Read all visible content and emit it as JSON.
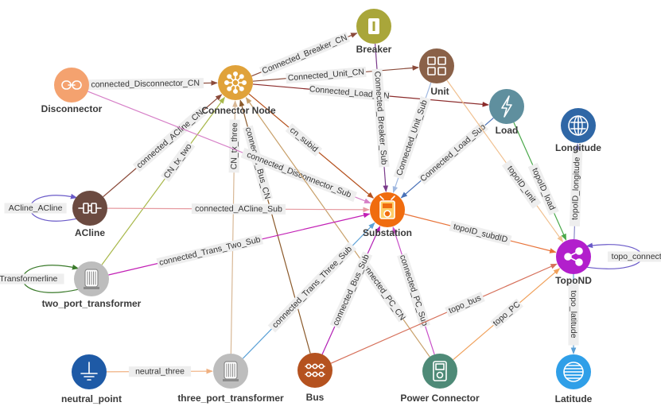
{
  "nodes": [
    {
      "id": "breaker",
      "label": "Breaker",
      "icon": "breaker-icon",
      "color": "#a9a63a"
    },
    {
      "id": "connector_node",
      "label": "Connector Node",
      "icon": "network-hub-icon",
      "color": "#e0a23a"
    },
    {
      "id": "unit",
      "label": "Unit",
      "icon": "unit-grid-icon",
      "color": "#8a6148"
    },
    {
      "id": "disconnector",
      "label": "Disconnector",
      "icon": "link-icon",
      "color": "#f4a26f"
    },
    {
      "id": "load",
      "label": "Load",
      "icon": "lightning-icon",
      "color": "#5f8f9e"
    },
    {
      "id": "longitude",
      "label": "Longitude",
      "icon": "globe-icon",
      "color": "#2f67a6"
    },
    {
      "id": "acline",
      "label": "ACline",
      "icon": "plug-icon",
      "color": "#6b4a40"
    },
    {
      "id": "substation",
      "label": "Substation",
      "icon": "multimeter-icon",
      "color": "#f06c0f"
    },
    {
      "id": "topond",
      "label": "TopoND",
      "icon": "share-nodes-icon",
      "color": "#b21fcc"
    },
    {
      "id": "two_port",
      "label": "two_port_transformer",
      "icon": "transformer-icon",
      "color": "#bdbdbd"
    },
    {
      "id": "neutral_point",
      "label": "neutral_point",
      "icon": "ground-icon",
      "color": "#1e5aa6"
    },
    {
      "id": "three_port",
      "label": "three_port_transformer",
      "icon": "transformer-icon",
      "color": "#bdbdbd"
    },
    {
      "id": "bus",
      "label": "Bus",
      "icon": "bus-bar-icon",
      "color": "#b5521f"
    },
    {
      "id": "power_connector",
      "label": "Power Connector",
      "icon": "meter-icon",
      "color": "#4e8a77"
    },
    {
      "id": "latitude",
      "label": "Latitude",
      "icon": "globe-lines-icon",
      "color": "#2f9fe8"
    }
  ],
  "edges": [
    {
      "from": "connector_node",
      "to": "breaker",
      "label": "Connected_Breaker_CN",
      "color": "#8b4b3b"
    },
    {
      "from": "disconnector",
      "to": "connector_node",
      "label": "connected_Disconnector_CN",
      "color": "#8b4b3b"
    },
    {
      "from": "connector_node",
      "to": "unit",
      "label": "Connected_Unit_CN",
      "color": "#8b4b3b"
    },
    {
      "from": "connector_node",
      "to": "load",
      "label": "Connected_Load_CN",
      "color": "#8b2b2b"
    },
    {
      "from": "acline",
      "to": "connector_node",
      "label": "connected_ACline_CN",
      "color": "#8b4b3b"
    },
    {
      "from": "two_port",
      "to": "connector_node",
      "label": "CN_tx_two",
      "color": "#a8b84a"
    },
    {
      "from": "three_port",
      "to": "connector_node",
      "label": "CN_tx_three",
      "color": "#d8b896"
    },
    {
      "from": "bus",
      "to": "connector_node",
      "label": "connected_Bus_CN",
      "color": "#8b5a2b"
    },
    {
      "from": "connector_node",
      "to": "substation",
      "label": "cn_subid",
      "color": "#b5521f"
    },
    {
      "from": "disconnector",
      "to": "substation",
      "label": "connected_Disconnector_Sub",
      "color": "#d67fc7"
    },
    {
      "from": "power_connector",
      "to": "connector_node",
      "label": "connected_PC_CN",
      "color": "#c8a06a"
    },
    {
      "from": "breaker",
      "to": "substation",
      "label": "Connected_Breaker_Sub",
      "color": "#7a3a8a"
    },
    {
      "from": "unit",
      "to": "substation",
      "label": "Connected_Unit_Sub",
      "color": "#a0b8e0"
    },
    {
      "from": "load",
      "to": "substation",
      "label": "Connected_Load_Sub",
      "color": "#4a72b8"
    },
    {
      "from": "acline",
      "to": "substation",
      "label": "connected_ACline_Sub",
      "color": "#e69aa0"
    },
    {
      "from": "two_port",
      "to": "substation",
      "label": "connected_Trans_Two_Sub",
      "color": "#c21fb5"
    },
    {
      "from": "three_port",
      "to": "substation",
      "label": "connected_Trans_Three_Sub",
      "color": "#5aa0d6"
    },
    {
      "from": "bus",
      "to": "substation",
      "label": "connected_Bus_Sub",
      "color": "#b21fb5"
    },
    {
      "from": "power_connector",
      "to": "substation",
      "label": "connected_PC_Sub",
      "color": "#c84fc8"
    },
    {
      "from": "substation",
      "to": "topond",
      "label": "topoID_subdID",
      "color": "#e8743a"
    },
    {
      "from": "unit",
      "to": "topond",
      "label": "topoID_unit",
      "color": "#f0c090"
    },
    {
      "from": "load",
      "to": "topond",
      "label": "topoID_load",
      "color": "#4aa84a"
    },
    {
      "from": "topond",
      "to": "longitude",
      "label": "topoID_longitude",
      "color": "#8888c8"
    },
    {
      "from": "topond",
      "to": "latitude",
      "label": "topo_latitude",
      "color": "#5aa0d6"
    },
    {
      "from": "bus",
      "to": "topond",
      "label": "topo_bus",
      "color": "#d6705a"
    },
    {
      "from": "power_connector",
      "to": "topond",
      "label": "topo_PC",
      "color": "#f0a05a"
    },
    {
      "from": "neutral_point",
      "to": "three_port",
      "label": "neutral_three",
      "color": "#f0b080"
    }
  ],
  "self_loops": [
    {
      "node": "acline",
      "label": "ACline_ACline",
      "color": "#6a5ac8"
    },
    {
      "node": "two_port",
      "label": "Transformerline",
      "color": "#3a7a2a"
    },
    {
      "node": "topond",
      "label": "topo_connect",
      "color": "#6a5ac8"
    }
  ]
}
